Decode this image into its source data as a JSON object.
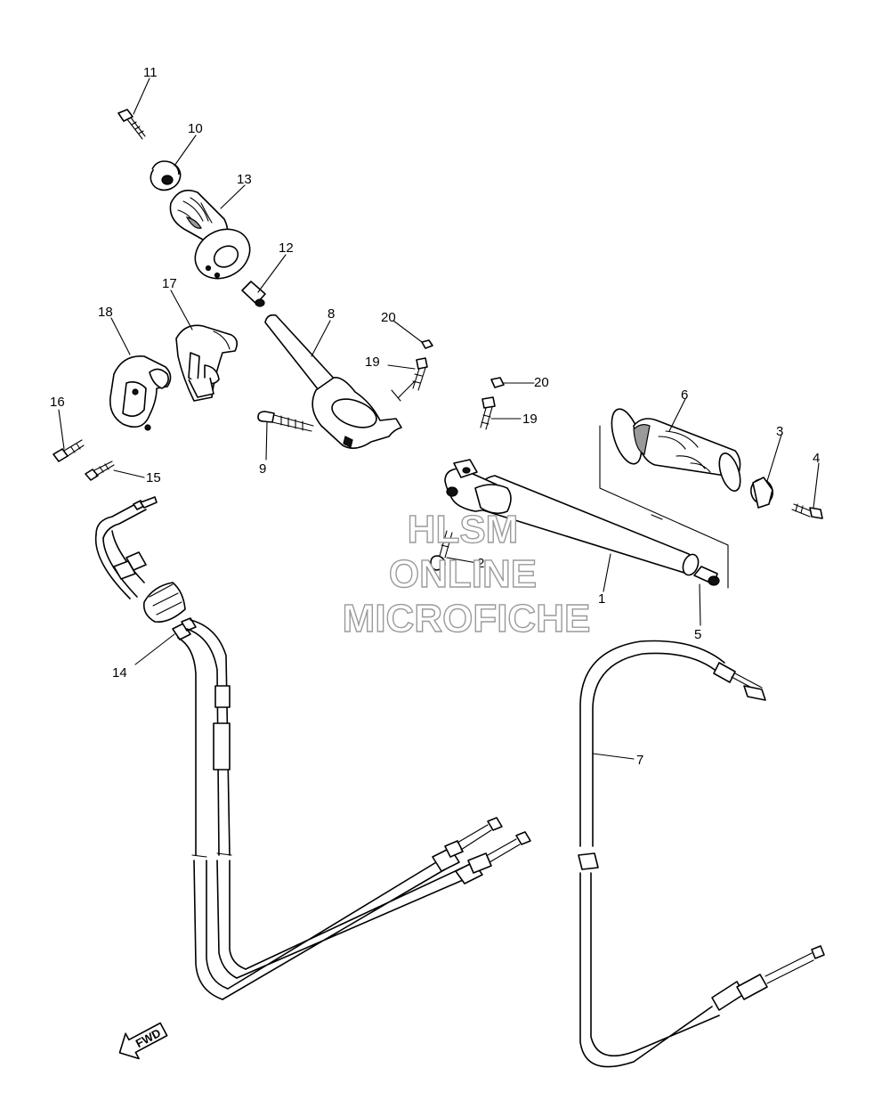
{
  "callouts": [
    {
      "id": "c1",
      "number": "1"
    },
    {
      "id": "c2",
      "number": "2"
    },
    {
      "id": "c3",
      "number": "3"
    },
    {
      "id": "c4",
      "number": "4"
    },
    {
      "id": "c5",
      "number": "5"
    },
    {
      "id": "c6",
      "number": "6"
    },
    {
      "id": "c7",
      "number": "7"
    },
    {
      "id": "c8",
      "number": "8"
    },
    {
      "id": "c9",
      "number": "9"
    },
    {
      "id": "c10",
      "number": "10"
    },
    {
      "id": "c11",
      "number": "11"
    },
    {
      "id": "c12",
      "number": "12"
    },
    {
      "id": "c13",
      "number": "13"
    },
    {
      "id": "c14",
      "number": "14"
    },
    {
      "id": "c15",
      "number": "15"
    },
    {
      "id": "c16",
      "number": "16"
    },
    {
      "id": "c17",
      "number": "17"
    },
    {
      "id": "c18",
      "number": "18"
    },
    {
      "id": "c19a",
      "number": "19"
    },
    {
      "id": "c19b",
      "number": "19"
    },
    {
      "id": "c20a",
      "number": "20"
    },
    {
      "id": "c20b",
      "number": "20"
    }
  ],
  "watermark": {
    "line1": "HLSM",
    "line2": "ONLINE",
    "line3": "MICROFICHE",
    "stroke_color": "#9a9a9a"
  },
  "direction_arrow": {
    "label": "FWD",
    "icon": "fwd-arrow-icon"
  }
}
